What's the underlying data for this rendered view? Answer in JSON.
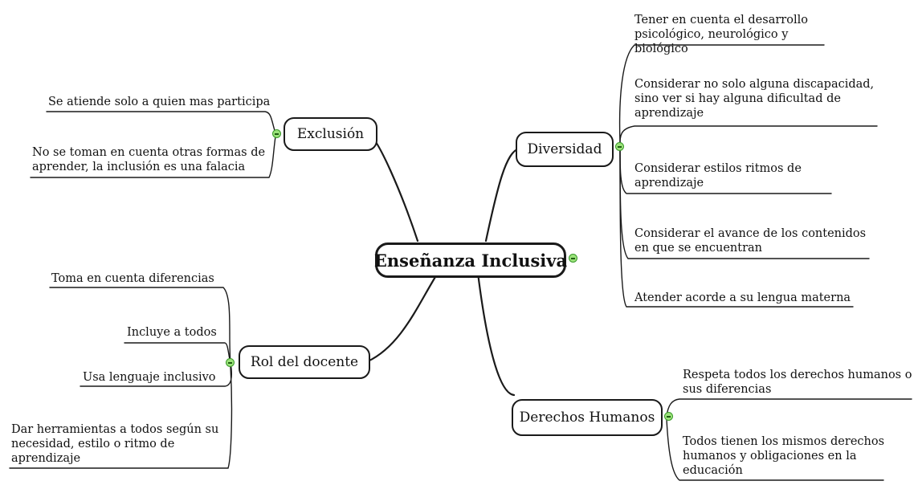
{
  "central": {
    "label": "Enseñanza Inclusiva"
  },
  "branches": {
    "exclusion": {
      "label": "Exclusión",
      "leaves": [
        "Se atiende solo a quien mas participa",
        "No se toman en cuenta otras formas de aprender, la inclusión es una falacia"
      ]
    },
    "rol_docente": {
      "label": "Rol del docente",
      "leaves": [
        "Toma en cuenta diferencias",
        "Incluye a todos",
        "Usa lenguaje inclusivo",
        "Dar herramientas a todos según su necesidad, estilo o ritmo de aprendizaje"
      ]
    },
    "diversidad": {
      "label": "Diversidad",
      "leaves": [
        "Tener en cuenta el desarrollo psicológico, neurológico y biológico",
        "Considerar no solo alguna discapacidad, sino ver si hay alguna dificultad de aprendizaje",
        "Considerar estilos  ritmos de aprendizaje",
        "Considerar el avance de los contenidos en que se encuentran",
        "Atender acorde a su lengua materna"
      ]
    },
    "derechos": {
      "label": "Derechos Humanos",
      "leaves": [
        "Respeta todos los derechos humanos o sus diferencias",
        "Todos tienen los mismos derechos humanos y obligaciones en la educación"
      ]
    }
  }
}
